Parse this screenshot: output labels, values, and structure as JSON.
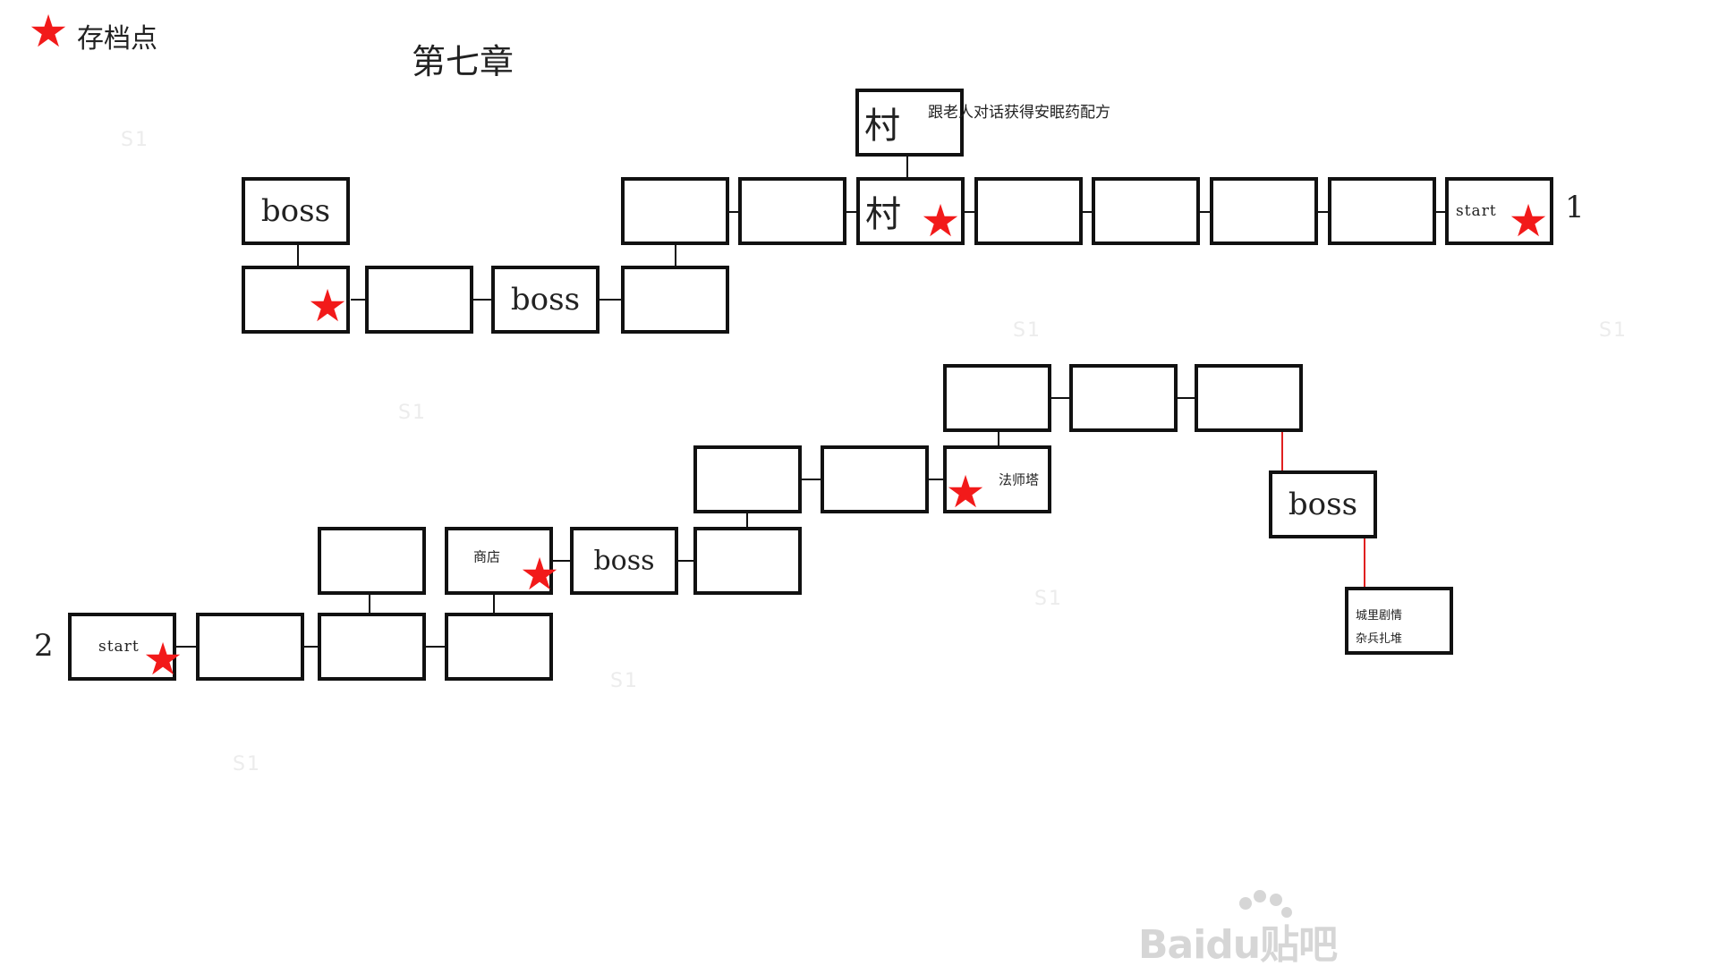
{
  "legend": {
    "star_icon": "red-star",
    "label": "存档点"
  },
  "chapter_title": "第七章",
  "route_numbers": {
    "route1": "1",
    "route2": "2"
  },
  "village_note": "跟老人对话获得安眠药配方",
  "watermark_text": "S1",
  "baidu_logo": "Baidu贴吧",
  "colors": {
    "star": "#f21a1a",
    "box_border": "#111111",
    "connector": "#111111",
    "red_connector": "#e02020"
  },
  "nodes": {
    "village_top": "村",
    "village_main": "村",
    "boss_top_left": "boss",
    "boss_mid": "boss",
    "start_1": "start",
    "start_2": "start",
    "shop": "商店",
    "boss_r2": "boss",
    "mage_tower": "法师塔",
    "boss_right": "boss",
    "castle_line1": "城里剧情",
    "castle_line2": "杂兵扎堆"
  }
}
